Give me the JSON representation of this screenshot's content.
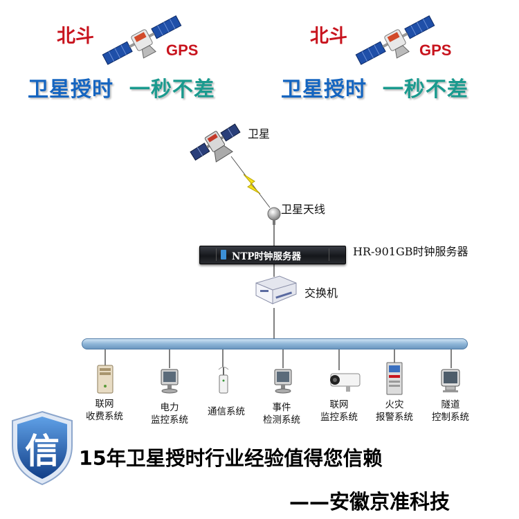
{
  "banners": [
    {
      "beidou": "北斗",
      "gps": "GPS",
      "slogan_a": "卫星授时",
      "slogan_b": "一秒不差"
    },
    {
      "beidou": "北斗",
      "gps": "GPS",
      "slogan_a": "卫星授时",
      "slogan_b": "一秒不差"
    }
  ],
  "diagram": {
    "satellite_label": "卫星",
    "antenna_label": "卫星天线",
    "server_panel_label": "NTP时钟服务器",
    "server_model_label": "HR-901GB时钟服务器",
    "switch_label": "交换机",
    "clients": [
      {
        "line1": "联网",
        "line2": "收费系统",
        "icon": "computer-tower-icon"
      },
      {
        "line1": "电力",
        "line2": "监控系统",
        "icon": "computer-monitor-icon"
      },
      {
        "line1": "通信系统",
        "line2": "",
        "icon": "router-icon"
      },
      {
        "line1": "事件",
        "line2": "检测系统",
        "icon": "computer-monitor-icon"
      },
      {
        "line1": "联网",
        "line2": "监控系统",
        "icon": "cctv-camera-icon"
      },
      {
        "line1": "火灾",
        "line2": "报警系统",
        "icon": "fire-alarm-cabinet-icon"
      },
      {
        "line1": "隧道",
        "line2": "控制系统",
        "icon": "crt-monitor-icon"
      }
    ]
  },
  "footer": {
    "shield_char": "信",
    "trust_text": "15年卫星授时行业经验值得您信赖",
    "company_text": "——安徽京准科技"
  },
  "colors": {
    "red": "#c8141e",
    "blue": "#1565c0",
    "teal": "#1a9a8e",
    "shield": "#1d5fb0",
    "bus": "#8fb6d8"
  }
}
